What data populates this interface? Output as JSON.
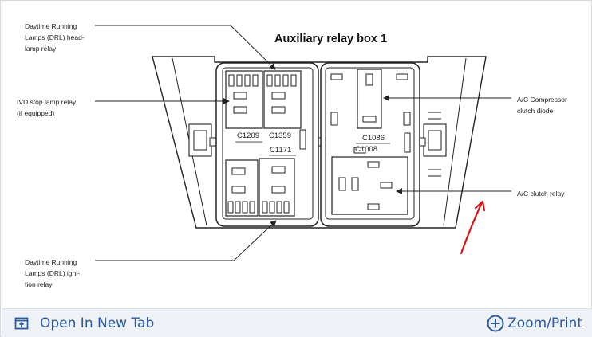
{
  "diagram": {
    "title": "Auxiliary relay box 1",
    "labels": {
      "drl_headlamp": [
        "Daytime Running",
        "Lamps (DRL) head-",
        "lamp relay"
      ],
      "ivd_stop": [
        "IVD stop lamp relay",
        "(if equipped)"
      ],
      "drl_ignition": [
        "Daytime Running",
        "Lamps (DRL) igni-",
        "tion relay"
      ],
      "ac_diode": [
        "A/C Compressor",
        "clutch diode"
      ],
      "ac_relay": [
        "A/C clutch relay"
      ]
    },
    "connectors": {
      "c1209": "C1209",
      "c1359": "C1359",
      "c1171": "C1171",
      "c1086": "C1086",
      "c1008": "C1008"
    }
  },
  "footer": {
    "open_tab_label": "Open In New Tab",
    "zoom_label": "Zoom/Print",
    "open_icon": "open-in-new-tab-icon",
    "zoom_icon": "zoom-plus-icon"
  },
  "colors": {
    "link": "#2a5a9c",
    "footer_bg": "#eef2f6",
    "annotation": "#d01818"
  }
}
